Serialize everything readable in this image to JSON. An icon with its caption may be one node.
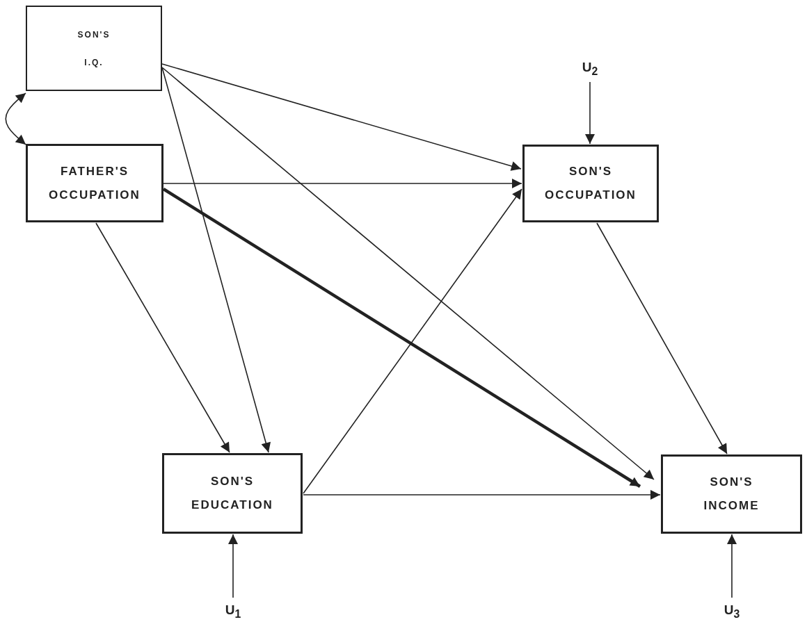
{
  "diagram": {
    "nodes": [
      {
        "text": [
          "SON'S I.Q."
        ]
      },
      {
        "text": [
          "FATHER'S OCCUPATION"
        ]
      },
      {
        "text": [
          "U$_{2}$"
        ]
      },
      {
        "text": [
          "SON'S OCCUPATION"
        ]
      },
      {
        "text": [
          "SON'S EDUCATION"
        ]
      },
      {
        "text": [
          "SON'S INCOME"
        ]
      },
      {
        "text": [
          "U$_{1}$"
        ]
      },
      {
        "text": [
          "U$_{3}$"
        ]
      }
    ],
    "edges": [
      {
        "from": 0,
        "to": 1,
        "arrow": "both"
      },
      {
        "from": 0,
        "to": 3,
        "arrow": "to"
      },
      {
        "from": 0,
        "to": 4,
        "arrow": "to"
      },
      {
        "from": 0,
        "to": 5,
        "arrow": "to"
      },
      {
        "from": 1,
        "to": 3,
        "arrow": "to"
      },
      {
        "from": 1,
        "to": 5,
        "arrow": "to",
        "style": "thick"
      },
      {
        "from": 1,
        "to": 4,
        "arrow": "to"
      },
      {
        "from": 4,
        "to": 3,
        "arrow": "to"
      },
      {
        "from": 4,
        "to": 5,
        "arrow": "to"
      },
      {
        "from": 3,
        "to": 5,
        "arrow": "to"
      },
      {
        "from": 2,
        "to": 3,
        "arrow": "to"
      },
      {
        "from": 6,
        "to": 4,
        "arrow": "to"
      },
      {
        "from": 7,
        "to": 5,
        "arrow": "to"
      }
    ]
  }
}
